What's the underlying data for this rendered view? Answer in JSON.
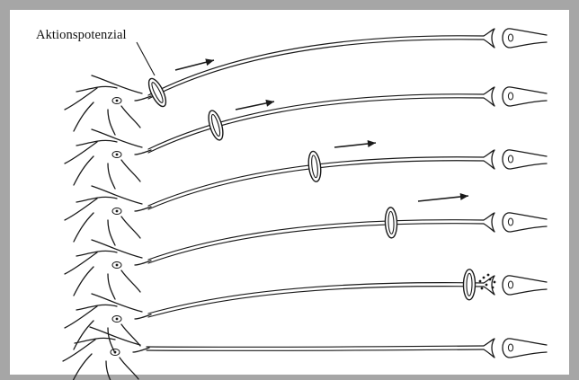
{
  "diagram": {
    "label": "Aktionspotenzial",
    "ink_color": "#1a1a1a",
    "frame_color": "#a6a6a6",
    "stages": [
      {
        "signal": "traveling"
      },
      {
        "signal": "traveling"
      },
      {
        "signal": "traveling"
      },
      {
        "signal": "traveling"
      },
      {
        "signal": "transmitter-release"
      },
      {
        "signal": "resting"
      }
    ]
  }
}
